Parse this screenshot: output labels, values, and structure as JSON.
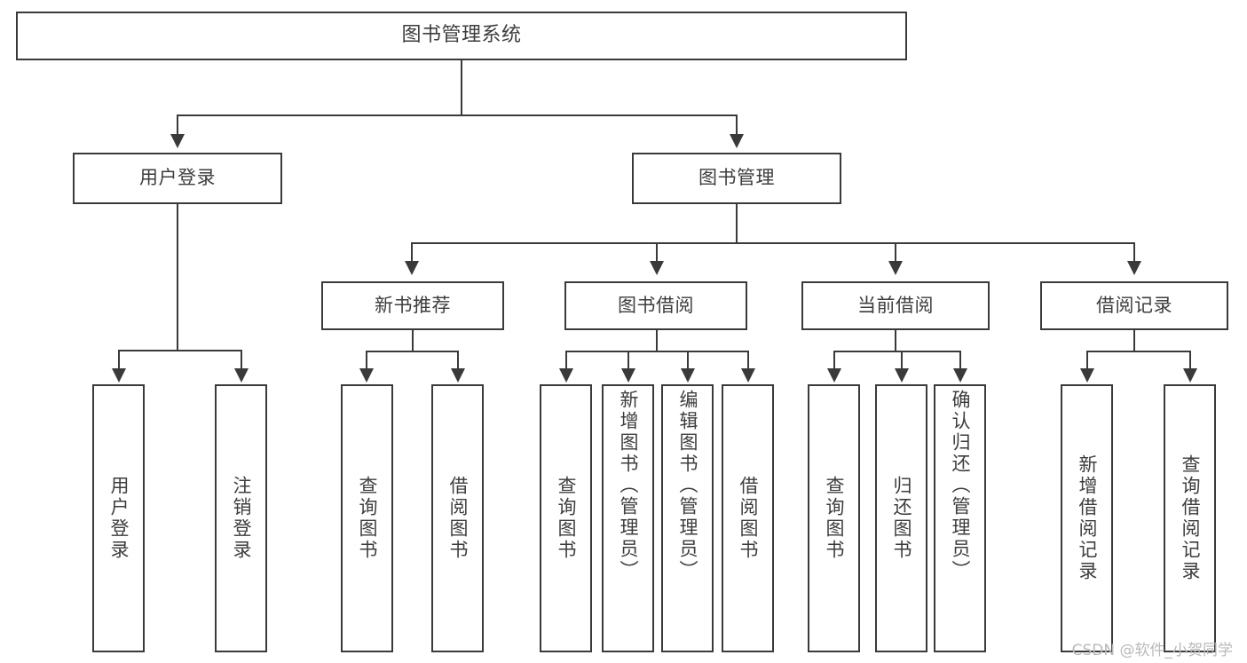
{
  "diagram": {
    "type": "tree",
    "title": "图书管理系统",
    "watermark": "CSDN @软件_小贺同学",
    "colors": {
      "stroke": "#3a3a3a",
      "text": "#3d3d3d",
      "background": "#ffffff",
      "watermark": "#b9b9b9"
    },
    "levels": {
      "root": {
        "label": "图书管理系统"
      },
      "level2": [
        {
          "label": "用户登录"
        },
        {
          "label": "图书管理"
        }
      ],
      "level3": [
        {
          "label": "新书推荐"
        },
        {
          "label": "图书借阅"
        },
        {
          "label": "当前借阅"
        },
        {
          "label": "借阅记录"
        }
      ],
      "leaves": {
        "user_login": [
          {
            "label": "用户登录"
          },
          {
            "label": "注销登录"
          }
        ],
        "new_book_recommend": [
          {
            "label": "查询图书"
          },
          {
            "label": "借阅图书"
          }
        ],
        "book_borrow": [
          {
            "label": "查询图书"
          },
          {
            "label": "新增图书（管理员）"
          },
          {
            "label": "编辑图书（管理员）"
          },
          {
            "label": "借阅图书"
          }
        ],
        "current_borrow": [
          {
            "label": "查询图书"
          },
          {
            "label": "归还图书"
          },
          {
            "label": "确认归还（管理员）"
          }
        ],
        "borrow_record": [
          {
            "label": "新增借阅记录"
          },
          {
            "label": "查询借阅记录"
          }
        ]
      }
    }
  }
}
